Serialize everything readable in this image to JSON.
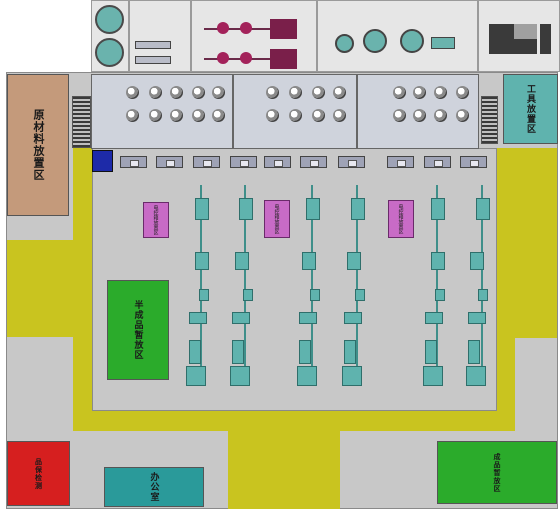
{
  "zones": {
    "raw_material": "原材料放置区",
    "tool_storage": "工具放置区",
    "semi_finished": "半成品暂放区",
    "office_small": "品保检测",
    "office_room": "办公室",
    "finished_area": "成品暂放区"
  },
  "panels": [
    "电控箱放置区",
    "电控箱放置区",
    "电控箱放置区"
  ],
  "colors": {
    "floor": "#c8c8c8",
    "aisle": "#c9c41f",
    "raw_material": "#c49a7b",
    "tool_storage": "#5fb3ae",
    "semi_finished": "#2bab2b",
    "finished_area": "#2bab2b",
    "office_small": "#d61f1f",
    "office_room": "#2a9a9a",
    "control_panel": "#c86bc6",
    "line_equipment": "#5fb3ae"
  }
}
